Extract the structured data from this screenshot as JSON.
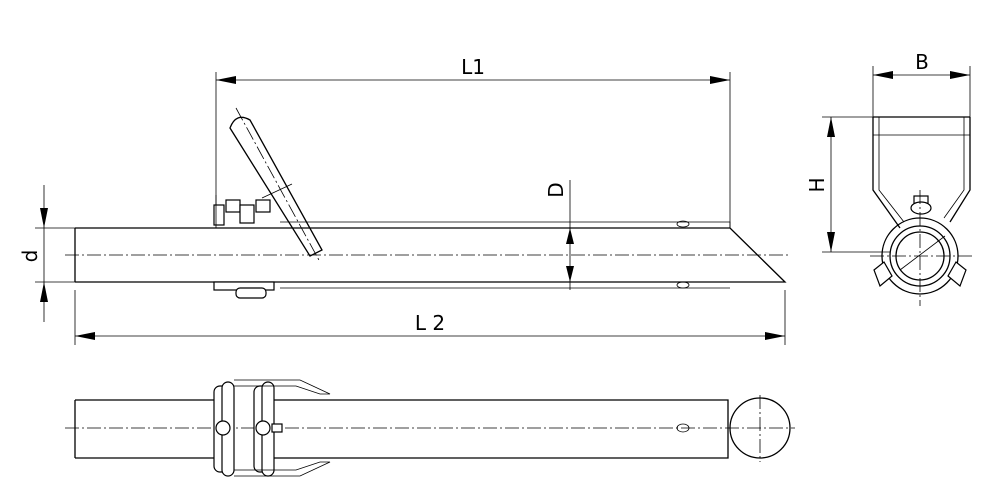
{
  "dimensions": {
    "L1": "L1",
    "L2": "L 2",
    "D": "D",
    "d": "d",
    "B": "B",
    "H": "H"
  }
}
